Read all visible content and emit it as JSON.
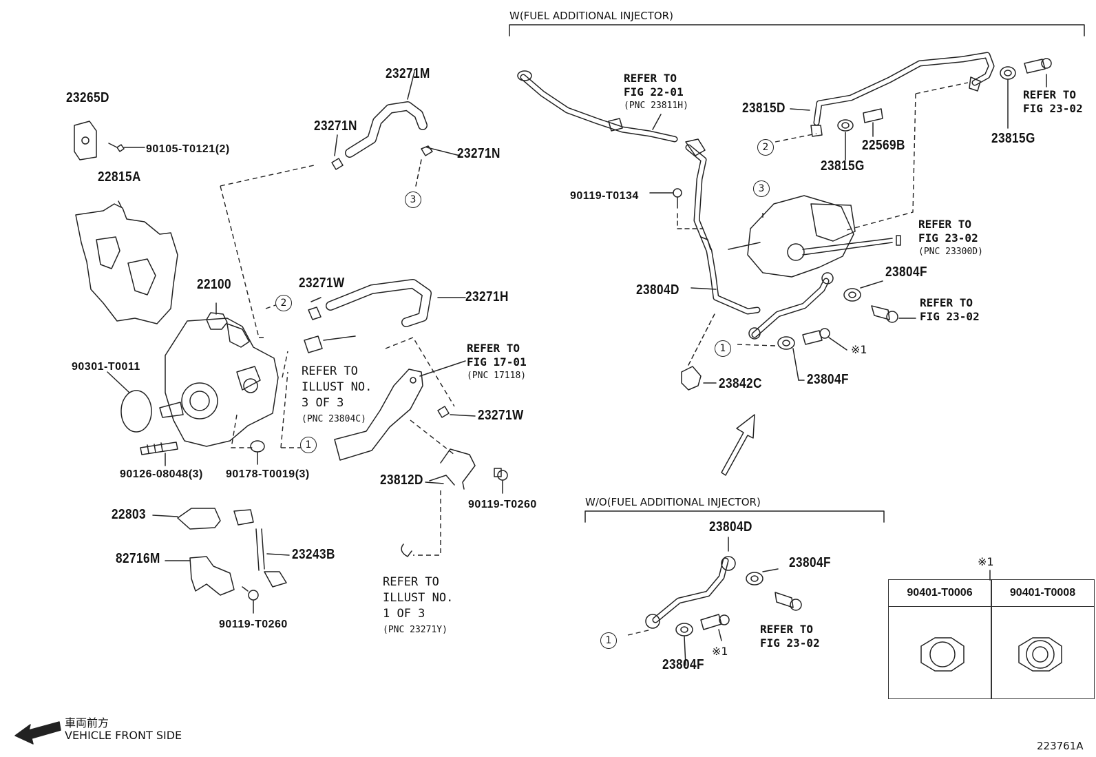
{
  "labels": {
    "p23265D": "23265D",
    "p90105": "90105-T0121(2)",
    "p22815A": "22815A",
    "p22100": "22100",
    "p90301": "90301-T0011",
    "p90126": "90126-08048(3)",
    "p90178": "90178-T0019(3)",
    "p22803": "22803",
    "p82716M": "82716M",
    "p23243B": "23243B",
    "p90119_left": "90119-T0260",
    "p23271M": "23271M",
    "p23271N_a": "23271N",
    "p23271N_b": "23271N",
    "p23271W_a": "23271W",
    "p23271H": "23271H",
    "p23271W_b": "23271W",
    "p23812D": "23812D",
    "p90119_mid": "90119-T0260",
    "p90119_T0134": "90119-T0134",
    "p23815D": "23815D",
    "p23815G_a": "23815G",
    "p22569B": "22569B",
    "p23815G_b": "23815G",
    "p23804D_a": "23804D",
    "p23804F_a": "23804F",
    "p23804F_b": "23804F",
    "p23842C": "23842C",
    "p23804D_b": "23804D",
    "p23804F_c": "23804F",
    "p23804F_d": "23804F"
  },
  "notes": {
    "illust3_l1": "REFER TO",
    "illust3_l2": "ILLUST NO.",
    "illust3_l3": "3 OF 3",
    "illust3_l4": "(PNC 23804C)",
    "fig17_l1": "REFER TO",
    "fig17_l2": "FIG 17-01",
    "fig17_l3": "(PNC 17118)",
    "illust1_l1": "REFER TO",
    "illust1_l2": "ILLUST NO.",
    "illust1_l3": "1 OF 3",
    "illust1_l4": "(PNC 23271Y)",
    "fig22_l1": "REFER TO",
    "fig22_l2": "FIG 22-01",
    "fig22_l3": "(PNC 23811H)",
    "fig23a_l1": "REFER TO",
    "fig23a_l2": "FIG 23-02",
    "fig23b_l1": "REFER TO",
    "fig23b_l2": "FIG 23-02",
    "fig23b_l3": "(PNC 23300D)",
    "fig23c_l1": "REFER TO",
    "fig23c_l2": "FIG 23-02",
    "fig23d_l1": "REFER TO",
    "fig23d_l2": "FIG 23-02"
  },
  "markers": {
    "c1": "1",
    "c2": "2",
    "c3": "3",
    "asterisk1": "※1"
  },
  "headers": {
    "with_injector": "W(FUEL ADDITIONAL INJECTOR)",
    "without_injector": "W/O(FUEL ADDITIONAL INJECTOR)"
  },
  "table": {
    "ref": "※1",
    "col1": "90401-T0006",
    "col2": "90401-T0008"
  },
  "footer": {
    "jp": "車両前方",
    "en": "VEHICLE FRONT SIDE",
    "illust_id": "223761A"
  },
  "colors": {
    "ink": "#111111",
    "background": "#ffffff"
  }
}
